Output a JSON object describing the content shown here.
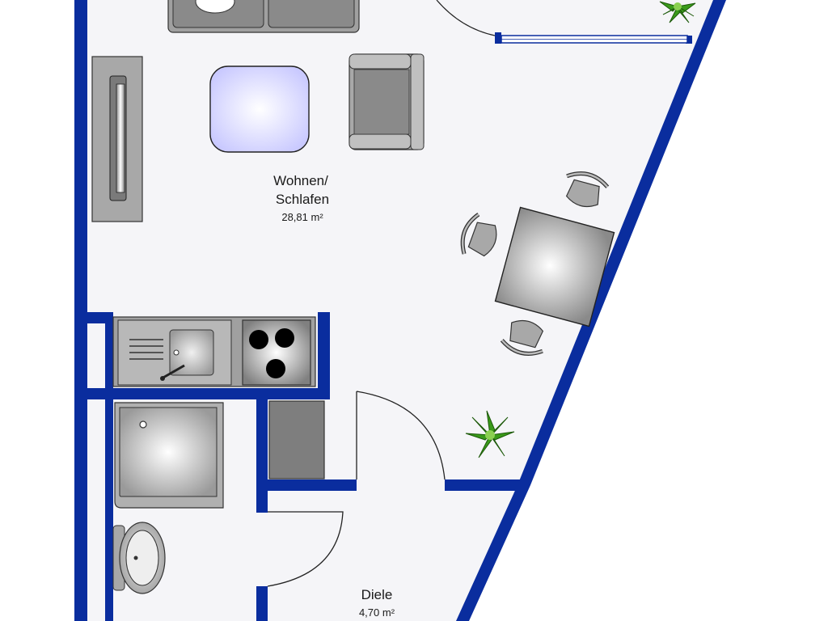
{
  "rooms": {
    "living": {
      "name_line1": "Wohnen/",
      "name_line2": "Schlafen",
      "area": "28,81 m²"
    },
    "hall": {
      "name": "Diele",
      "area": "4,70 m²"
    }
  },
  "colors": {
    "wall": "#0a2d9e",
    "floor": "#f5f5f8",
    "furniture_dark": "#7a7a7a",
    "furniture_mid": "#a8a8a8",
    "table_glass": "#dcdcff",
    "plant": "#3a9a1a"
  }
}
